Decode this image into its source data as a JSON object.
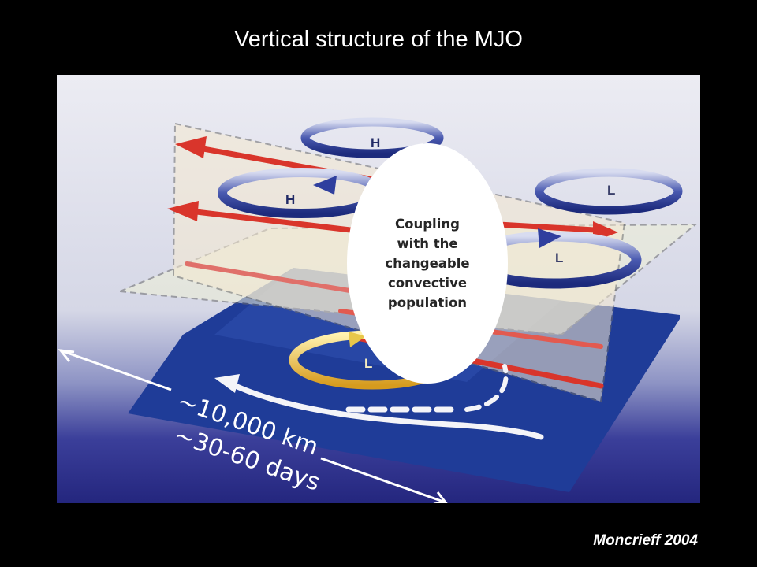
{
  "slide": {
    "title": "Vertical structure of the MJO",
    "citation": "Moncrieff 2004"
  },
  "callout": {
    "line1": "Coupling",
    "line2": "with the",
    "line3": "changeable",
    "line4": "convective",
    "line5": "population"
  },
  "scale": {
    "distance": "~10,000 km",
    "period": "~30-60 days"
  },
  "diagram": {
    "labels": {
      "high_upper": "H",
      "high_mid": "H",
      "low_upper_right": "L",
      "low_mid_right": "L",
      "low_surface": "L"
    },
    "colors": {
      "background": "#000000",
      "ocean_surface": "#1f3f9a",
      "sky_top": "#eeeef4",
      "sky_bottom": "#27288a",
      "westerly_arrow": "#d9352b",
      "rotation_blue": "#2f3f9e",
      "surface_gyre": "#e8c74a",
      "plane_fill": "#f3ead0"
    }
  }
}
